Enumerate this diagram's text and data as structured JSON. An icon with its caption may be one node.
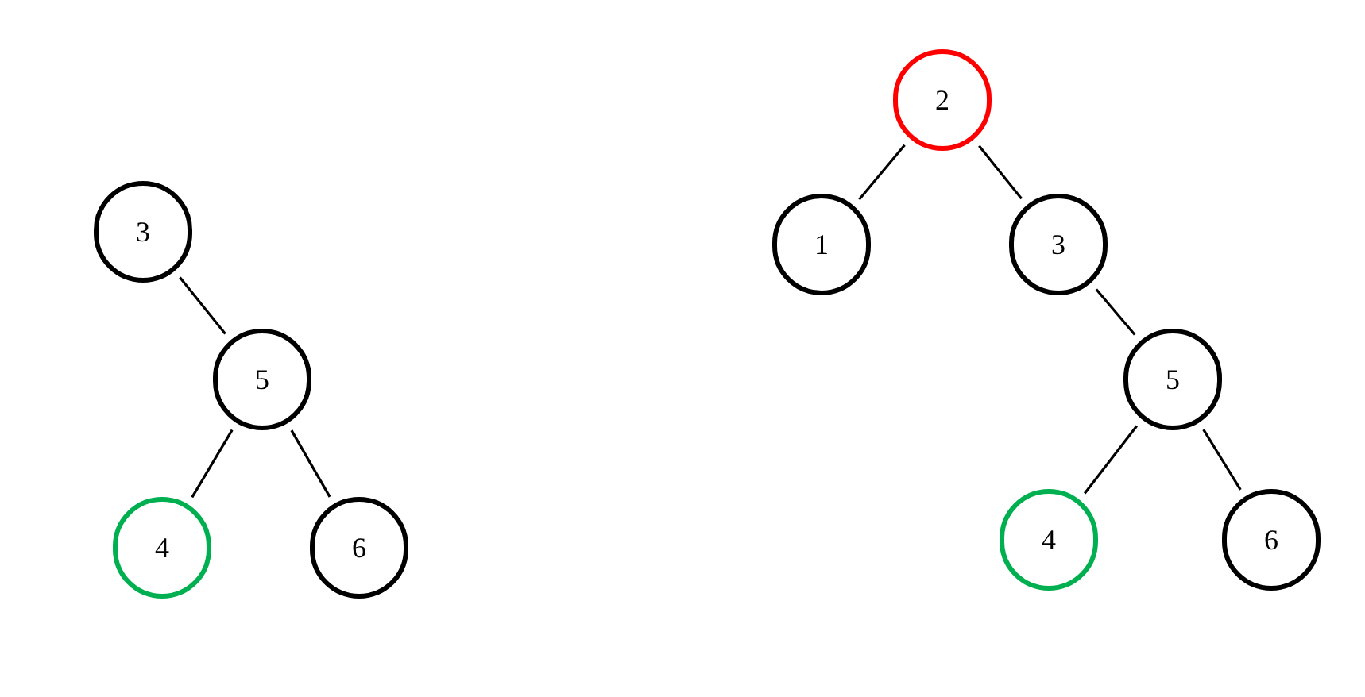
{
  "diagram": {
    "nodes": [
      {
        "text": [
          "3"
        ]
      },
      {
        "text": [
          "5"
        ]
      },
      {
        "text": [
          "4"
        ]
      },
      {
        "text": [
          "6"
        ]
      },
      {
        "text": [
          "2"
        ]
      },
      {
        "text": [
          "1"
        ]
      },
      {
        "text": [
          "3"
        ]
      },
      {
        "text": [
          "5"
        ]
      },
      {
        "text": [
          "4"
        ]
      },
      {
        "text": [
          "6"
        ]
      }
    ],
    "edges": [
      {
        "from": 0,
        "to": 1,
        "arrow": "none"
      },
      {
        "from": 1,
        "to": 2,
        "arrow": "none"
      },
      {
        "from": 1,
        "to": 3,
        "arrow": "none"
      },
      {
        "from": 4,
        "to": 5,
        "arrow": "none"
      },
      {
        "from": 4,
        "to": 6,
        "arrow": "none"
      },
      {
        "from": 6,
        "to": 7,
        "arrow": "none"
      },
      {
        "from": 7,
        "to": 8,
        "arrow": "none"
      },
      {
        "from": 7,
        "to": 9,
        "arrow": "none"
      }
    ]
  }
}
